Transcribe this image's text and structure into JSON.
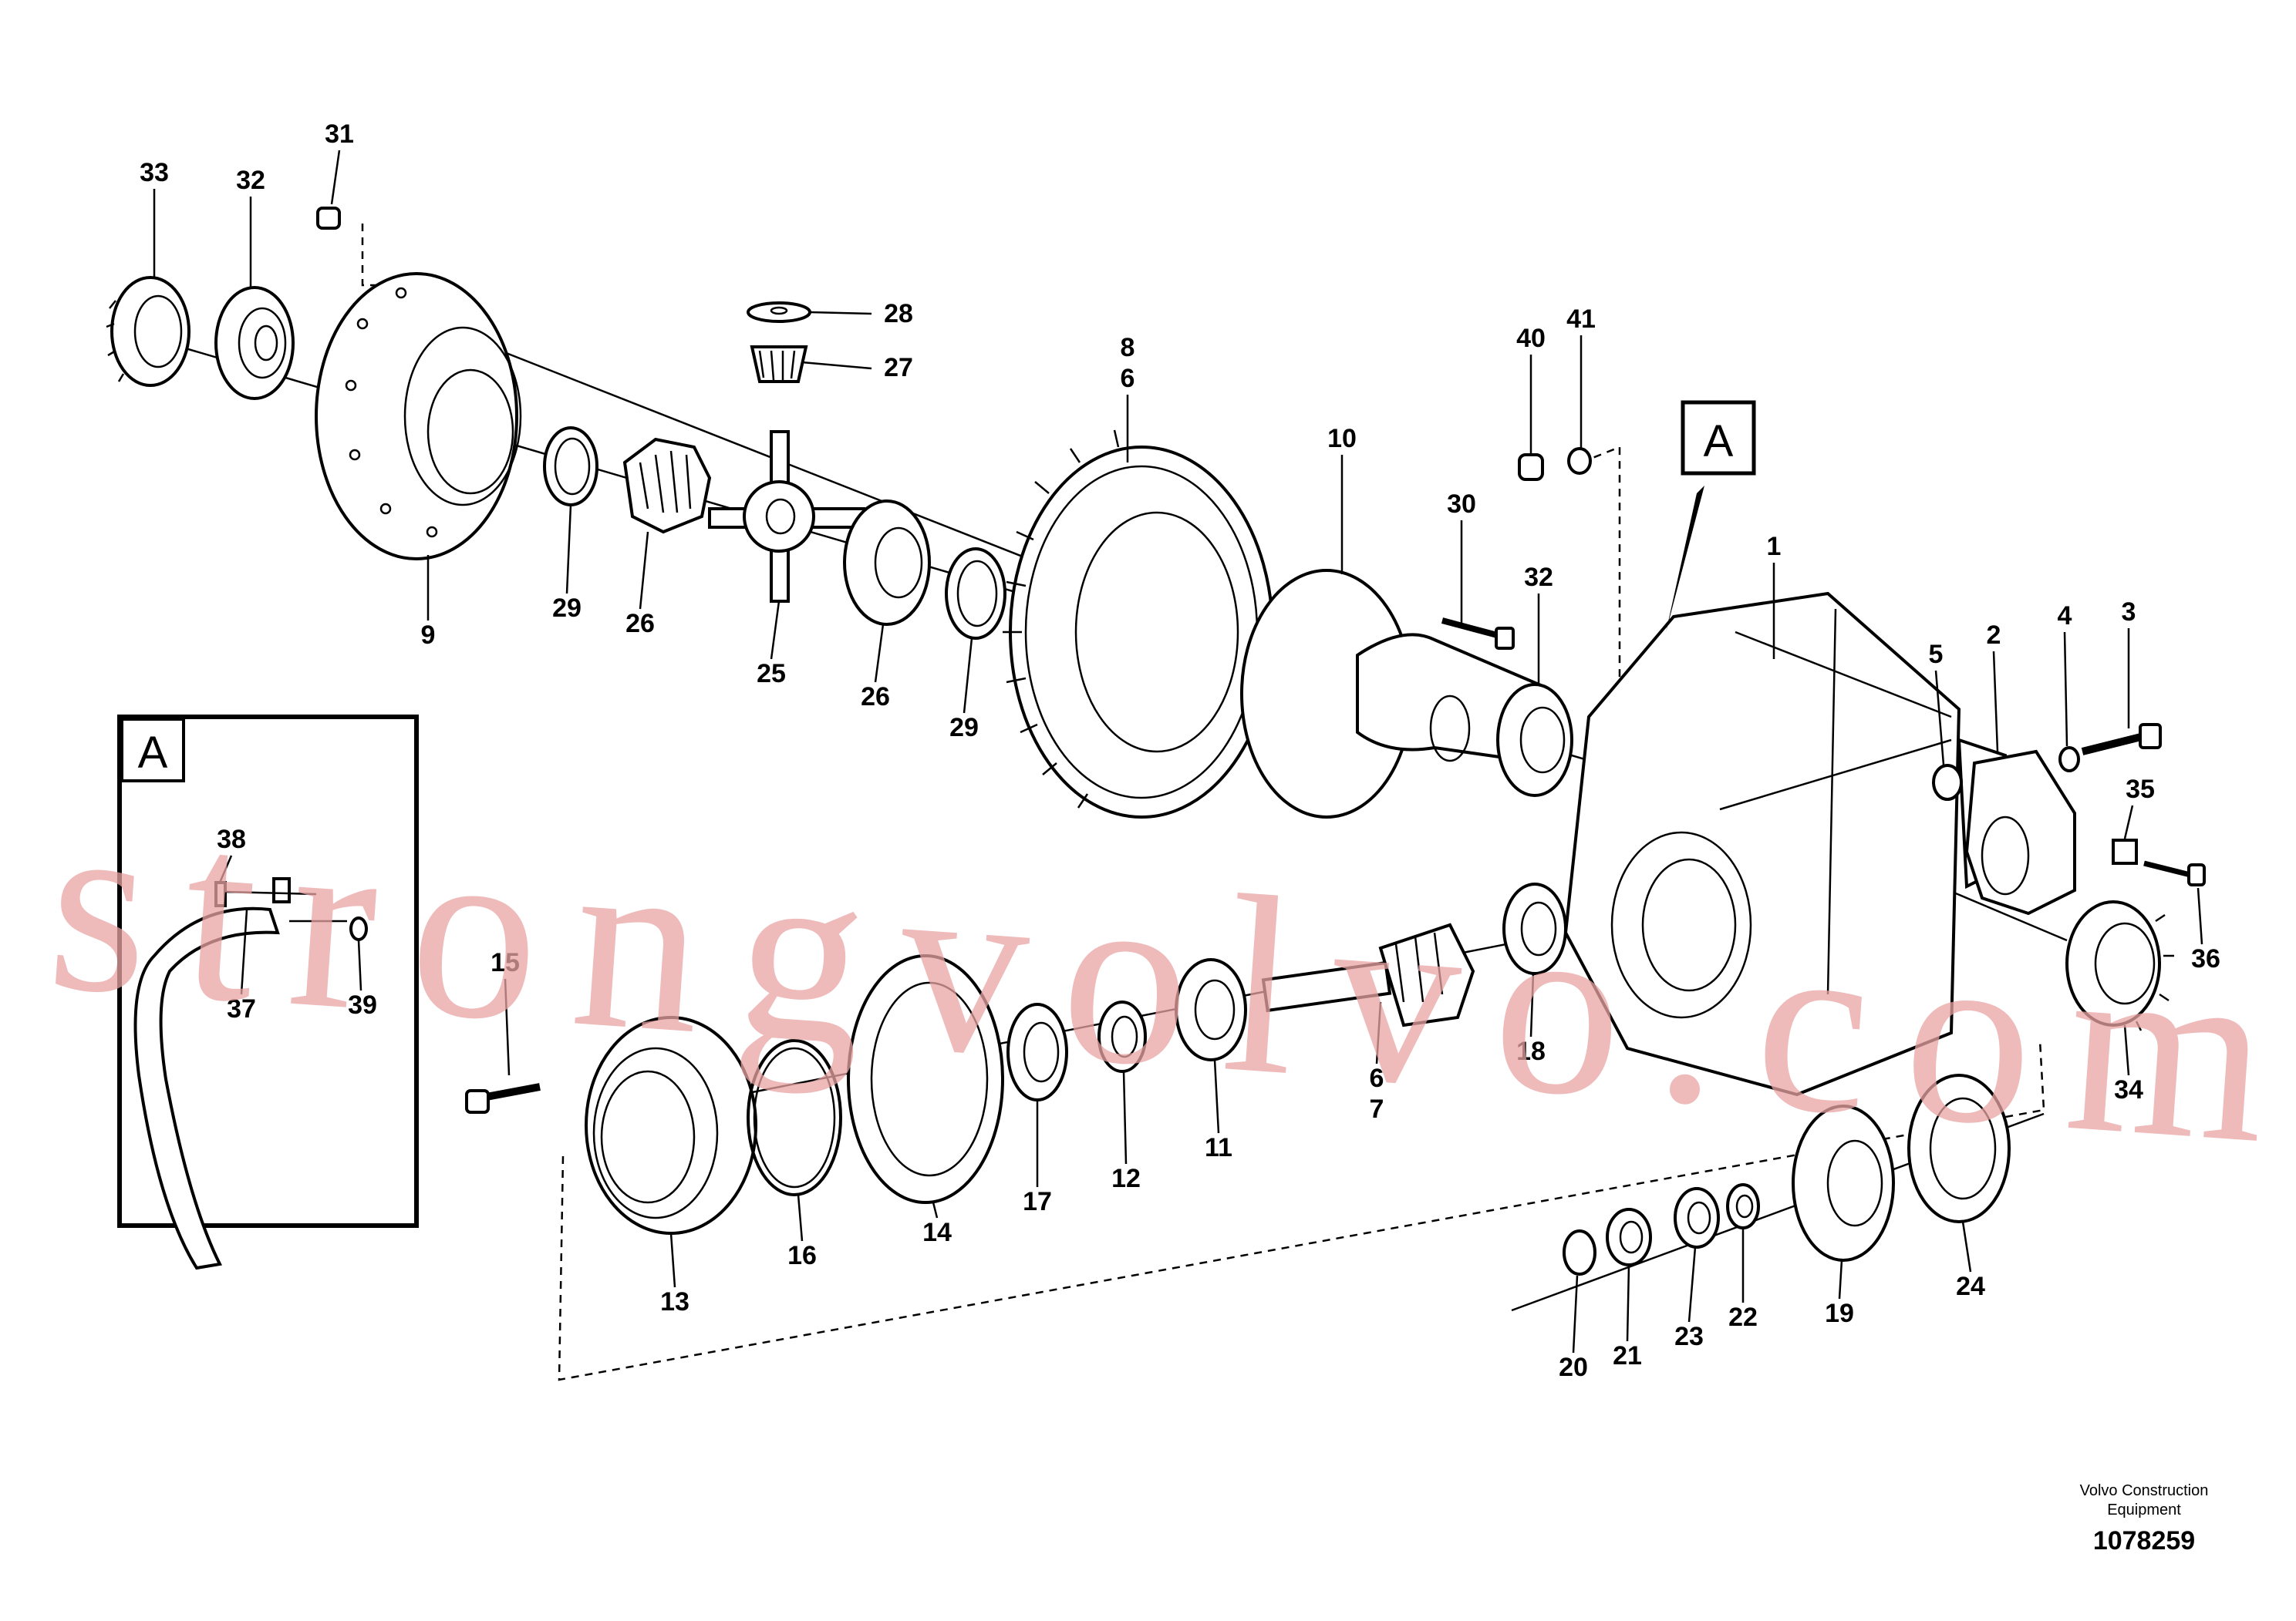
{
  "figure": {
    "callouts": [
      "1",
      "2",
      "3",
      "4",
      "5",
      "6",
      "6",
      "7",
      "8",
      "9",
      "10",
      "11",
      "12",
      "13",
      "14",
      "15",
      "16",
      "17",
      "18",
      "19",
      "20",
      "21",
      "22",
      "23",
      "24",
      "25",
      "26",
      "26",
      "27",
      "28",
      "29",
      "29",
      "30",
      "31",
      "32",
      "32",
      "33",
      "34",
      "35",
      "36",
      "37",
      "38",
      "39",
      "40",
      "41"
    ],
    "detail_ref": "A",
    "detail_title": "A",
    "watermark": "strongvolvo.com",
    "footer_line1": "Volvo Construction",
    "footer_line2": "Equipment",
    "drawing_number": "1078259"
  }
}
